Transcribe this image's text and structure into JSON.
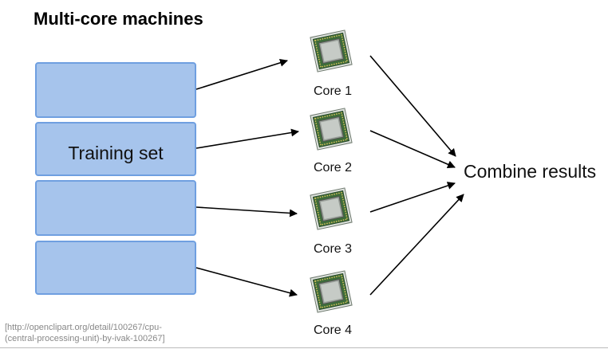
{
  "title": "Multi-core machines",
  "training_set": {
    "label": "Training set",
    "fill_color": "#a6c4ec",
    "border_color": "#6f9fe0"
  },
  "cores": [
    {
      "label": "Core 1",
      "icon": "cpu-chip-icon"
    },
    {
      "label": "Core 2",
      "icon": "cpu-chip-icon"
    },
    {
      "label": "Core 3",
      "icon": "cpu-chip-icon"
    },
    {
      "label": "Core 4",
      "icon": "cpu-chip-icon"
    }
  ],
  "combine_label": "Combine results",
  "citation_lines": [
    "[http://openclipart.org/detail/100267/cpu-",
    "(central-processing-unit)-by-ivak-100267]"
  ]
}
